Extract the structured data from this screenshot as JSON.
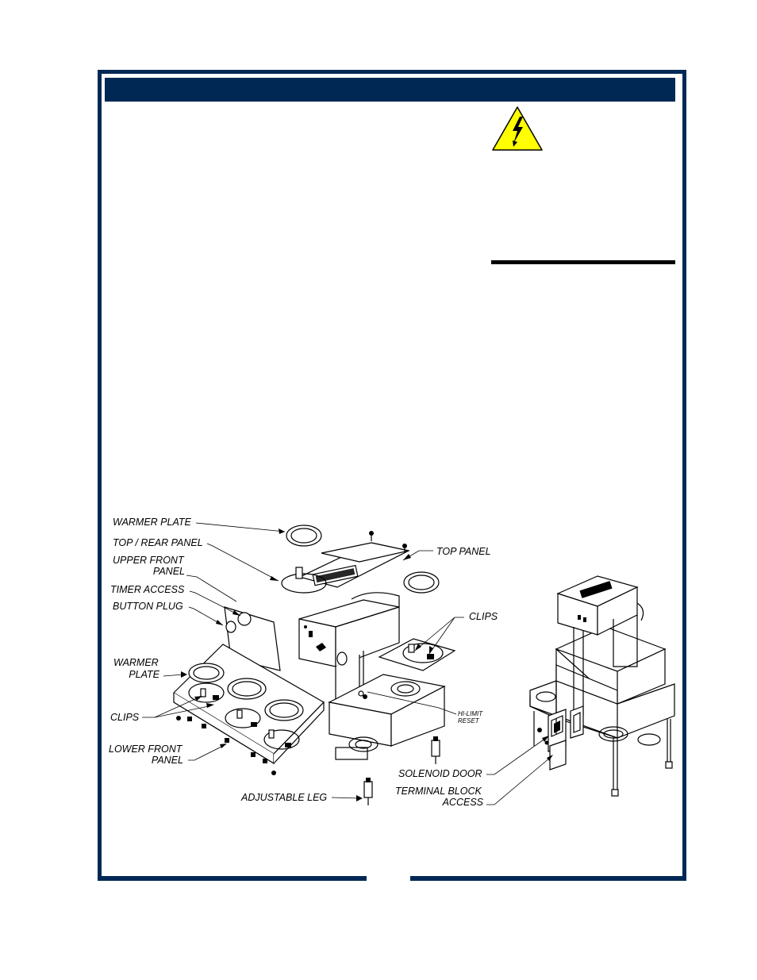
{
  "page": {
    "border_color": "#002855",
    "warning_color": "#ffff00"
  },
  "diagram_labels": {
    "warmer_plate_top": "WARMER PLATE",
    "top_rear_panel": "TOP / REAR PANEL",
    "top_panel": "TOP PANEL",
    "upper_front_panel_1": "UPPER FRONT",
    "upper_front_panel_2": "PANEL",
    "timer_access": "TIMER ACCESS",
    "button_plug": "BUTTON PLUG",
    "clips_right": "CLIPS",
    "warmer_plate_left_1": "WARMER",
    "warmer_plate_left_2": "PLATE",
    "clips_left": "CLIPS",
    "hi_limit_1": "HI-LIMIT",
    "hi_limit_2": "RESET",
    "lower_front_panel_1": "LOWER FRONT",
    "lower_front_panel_2": "PANEL",
    "solenoid_door": "SOLENOID DOOR",
    "terminal_block_1": "TERMINAL BLOCK",
    "terminal_block_2": "ACCESS",
    "adjustable_leg": "ADJUSTABLE LEG"
  }
}
